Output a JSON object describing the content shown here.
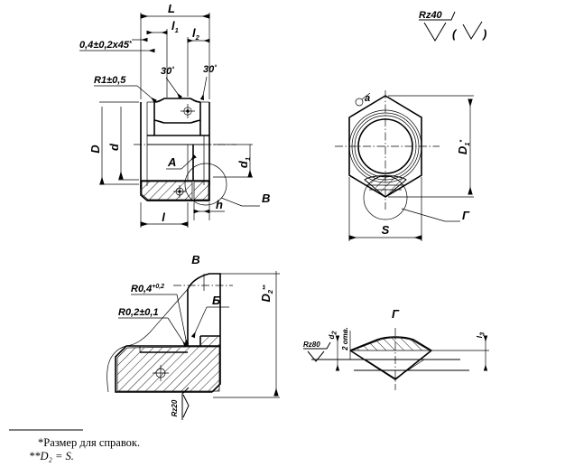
{
  "document": {
    "type": "engineering-drawing",
    "standard_style": "GOST",
    "title": "Nut / union fitting — sectional drawing with details"
  },
  "surface_finish": {
    "main_symbol_text": "Rz40",
    "bracket_open": "(",
    "bracket_close": ")",
    "detail_v_symbol_text": "Rz20",
    "detail_g_symbol_text": "Rz80"
  },
  "front_view": {
    "dimensions": {
      "overall_length": "L",
      "length_1": "l",
      "length_1_sub": "1",
      "length_2": "l",
      "length_2_sub": "2",
      "chamfer_note": "0,4±0,2x45",
      "chamfer_note_asterisk": "*",
      "radius_note": "R1±0,5",
      "angle_left": "30",
      "angle_left_unit": "°",
      "angle_right": "30",
      "angle_right_unit": "°",
      "outer_diameter": "D",
      "inner_diameter": "d",
      "bore_diameter": "d",
      "bore_diameter_sub": "1",
      "seat_length": "l",
      "wall_thickness": "h"
    },
    "callouts": {
      "section_a": "A",
      "detail_b": "B"
    }
  },
  "side_view": {
    "dimensions": {
      "across_flats": "S",
      "circumscribed_diameter": "D",
      "circumscribed_diameter_sub": "1",
      "circumscribed_diameter_asterisk": "*",
      "small_radius": "a"
    },
    "callouts": {
      "detail_g": "Г"
    }
  },
  "detail_v": {
    "title": "В",
    "dimensions": {
      "radius_04": "R0,4",
      "radius_04_tol": "+0,2",
      "radius_02": "R0,2±0,1",
      "diameter_2": "D",
      "diameter_2_sub": "2",
      "diameter_2_asterisk": "**"
    },
    "callouts": {
      "detail_b": "Б"
    }
  },
  "detail_g": {
    "title": "Г",
    "dimensions": {
      "hole_diameter": "d",
      "hole_diameter_sub": "2",
      "hole_count_note": "2 отв.",
      "depth": "l",
      "depth_sub": "3"
    }
  },
  "footnotes": [
    {
      "marker": "*",
      "text": "Размер для справок."
    },
    {
      "marker": "**",
      "text": "D₂ = S."
    }
  ],
  "colors": {
    "line": "#000000",
    "background": "#ffffff"
  }
}
